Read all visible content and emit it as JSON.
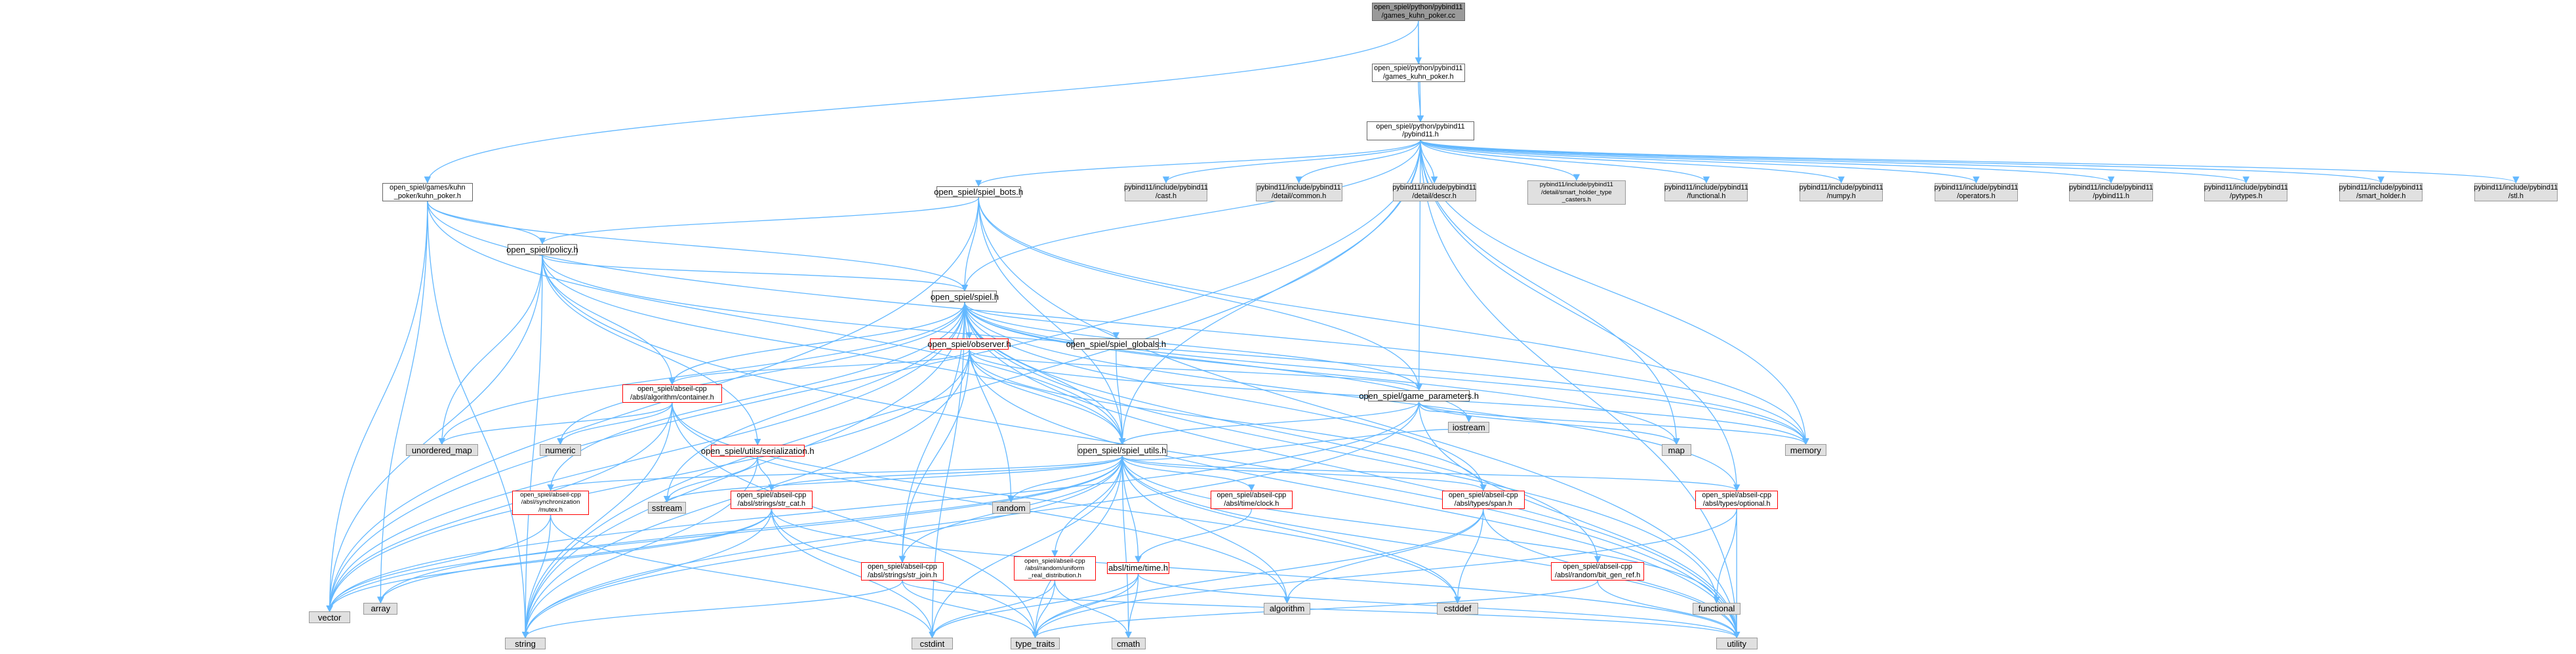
{
  "colors": {
    "edge": "#63b8ff",
    "edge_red": "#ff4040",
    "node_border": "#666666",
    "truncated_border": "#ff0000",
    "system_header_fill": "#e0e0e0",
    "root_fill": "#9a9a9a"
  },
  "nodes": [
    {
      "id": "root",
      "label": "open_spiel/python/pybind11\n/games_kuhn_poker.cc",
      "kind": "root"
    },
    {
      "id": "gkp_h",
      "label": "open_spiel/python/pybind11\n/games_kuhn_poker.h",
      "kind": "file"
    },
    {
      "id": "pyb11_h",
      "label": "open_spiel/python/pybind11\n/pybind11.h",
      "kind": "file"
    },
    {
      "id": "kuhn",
      "label": "open_spiel/games/kuhn\n_poker/kuhn_poker.h",
      "kind": "file"
    },
    {
      "id": "bots",
      "label": "open_spiel/spiel_bots.h",
      "kind": "file"
    },
    {
      "id": "p_cast",
      "label": "pybind11/include/pybind11\n/cast.h",
      "kind": "lib"
    },
    {
      "id": "p_common",
      "label": "pybind11/include/pybind11\n/detail/common.h",
      "kind": "lib"
    },
    {
      "id": "p_descr",
      "label": "pybind11/include/pybind11\n/detail/descr.h",
      "kind": "lib"
    },
    {
      "id": "p_smart",
      "label": "pybind11/include/pybind11\n/detail/smart_holder_type\n_casters.h",
      "kind": "lib"
    },
    {
      "id": "p_func",
      "label": "pybind11/include/pybind11\n/functional.h",
      "kind": "lib"
    },
    {
      "id": "p_numpy",
      "label": "pybind11/include/pybind11\n/numpy.h",
      "kind": "lib"
    },
    {
      "id": "p_ops",
      "label": "pybind11/include/pybind11\n/operators.h",
      "kind": "lib"
    },
    {
      "id": "p_pyb",
      "label": "pybind11/include/pybind11\n/pybind11.h",
      "kind": "lib"
    },
    {
      "id": "p_pytypes",
      "label": "pybind11/include/pybind11\n/pytypes.h",
      "kind": "lib"
    },
    {
      "id": "p_holder",
      "label": "pybind11/include/pybind11\n/smart_holder.h",
      "kind": "lib"
    },
    {
      "id": "p_stl",
      "label": "pybind11/include/pybind11\n/stl.h",
      "kind": "lib"
    },
    {
      "id": "policy",
      "label": "open_spiel/policy.h",
      "kind": "file"
    },
    {
      "id": "spiel",
      "label": "open_spiel/spiel.h",
      "kind": "file"
    },
    {
      "id": "observer",
      "label": "open_spiel/observer.h",
      "kind": "red"
    },
    {
      "id": "globals",
      "label": "open_spiel/spiel_globals.h",
      "kind": "file"
    },
    {
      "id": "container",
      "label": "open_spiel/abseil-cpp\n/absl/algorithm/container.h",
      "kind": "red"
    },
    {
      "id": "gparams",
      "label": "open_spiel/game_parameters.h",
      "kind": "file"
    },
    {
      "id": "serial",
      "label": "open_spiel/utils/serialization.h",
      "kind": "red"
    },
    {
      "id": "utils",
      "label": "open_spiel/spiel_utils.h",
      "kind": "file"
    },
    {
      "id": "mutex",
      "label": "open_spiel/abseil-cpp\n/absl/synchronization\n/mutex.h",
      "kind": "red"
    },
    {
      "id": "strcat",
      "label": "open_spiel/abseil-cpp\n/absl/strings/str_cat.h",
      "kind": "red"
    },
    {
      "id": "strjoin",
      "label": "open_spiel/abseil-cpp\n/absl/strings/str_join.h",
      "kind": "red"
    },
    {
      "id": "uniform",
      "label": "open_spiel/abseil-cpp\n/absl/random/uniform\n_real_distribution.h",
      "kind": "red"
    },
    {
      "id": "clock",
      "label": "open_spiel/abseil-cpp\n/absl/time/clock.h",
      "kind": "red"
    },
    {
      "id": "time",
      "label": "absl/time/time.h",
      "kind": "red"
    },
    {
      "id": "span",
      "label": "open_spiel/abseil-cpp\n/absl/types/span.h",
      "kind": "red"
    },
    {
      "id": "bitgen",
      "label": "open_spiel/abseil-cpp\n/absl/random/bit_gen_ref.h",
      "kind": "red"
    },
    {
      "id": "optional",
      "label": "open_spiel/abseil-cpp\n/absl/types/optional.h",
      "kind": "red"
    },
    {
      "id": "unordered_map",
      "label": "unordered_map",
      "kind": "lib"
    },
    {
      "id": "numeric",
      "label": "numeric",
      "kind": "lib"
    },
    {
      "id": "iostream",
      "label": "iostream",
      "kind": "lib"
    },
    {
      "id": "map",
      "label": "map",
      "kind": "lib"
    },
    {
      "id": "memory",
      "label": "memory",
      "kind": "lib"
    },
    {
      "id": "sstream",
      "label": "sstream",
      "kind": "lib"
    },
    {
      "id": "random",
      "label": "random",
      "kind": "lib"
    },
    {
      "id": "vector",
      "label": "vector",
      "kind": "lib"
    },
    {
      "id": "array",
      "label": "array",
      "kind": "lib"
    },
    {
      "id": "algorithm",
      "label": "algorithm",
      "kind": "lib"
    },
    {
      "id": "cstddef",
      "label": "cstddef",
      "kind": "lib"
    },
    {
      "id": "functional",
      "label": "functional",
      "kind": "lib"
    },
    {
      "id": "string",
      "label": "string",
      "kind": "lib"
    },
    {
      "id": "cstdint",
      "label": "cstdint",
      "kind": "lib"
    },
    {
      "id": "type_traits",
      "label": "type_traits",
      "kind": "lib"
    },
    {
      "id": "cmath",
      "label": "cmath",
      "kind": "lib"
    },
    {
      "id": "utility",
      "label": "utility",
      "kind": "lib"
    }
  ],
  "edges": [
    [
      "root",
      "gkp_h"
    ],
    [
      "root",
      "pyb11_h"
    ],
    [
      "root",
      "kuhn"
    ],
    [
      "gkp_h",
      "pyb11_h"
    ],
    [
      "pyb11_h",
      "bots"
    ],
    [
      "pyb11_h",
      "p_cast"
    ],
    [
      "pyb11_h",
      "p_common"
    ],
    [
      "pyb11_h",
      "p_descr"
    ],
    [
      "pyb11_h",
      "p_smart"
    ],
    [
      "pyb11_h",
      "p_func"
    ],
    [
      "pyb11_h",
      "p_numpy"
    ],
    [
      "pyb11_h",
      "p_ops"
    ],
    [
      "pyb11_h",
      "p_pyb"
    ],
    [
      "pyb11_h",
      "p_pytypes"
    ],
    [
      "pyb11_h",
      "p_holder"
    ],
    [
      "pyb11_h",
      "p_stl"
    ],
    [
      "pyb11_h",
      "spiel"
    ],
    [
      "pyb11_h",
      "gparams"
    ],
    [
      "pyb11_h",
      "utils"
    ],
    [
      "pyb11_h",
      "optional"
    ],
    [
      "pyb11_h",
      "map"
    ],
    [
      "pyb11_h",
      "memory"
    ],
    [
      "pyb11_h",
      "vector"
    ],
    [
      "pyb11_h",
      "string"
    ],
    [
      "pyb11_h",
      "utility"
    ],
    [
      "kuhn",
      "policy"
    ],
    [
      "kuhn",
      "spiel"
    ],
    [
      "kuhn",
      "utils"
    ],
    [
      "kuhn",
      "array"
    ],
    [
      "kuhn",
      "memory"
    ],
    [
      "kuhn",
      "string"
    ],
    [
      "kuhn",
      "vector"
    ],
    [
      "bots",
      "policy"
    ],
    [
      "bots",
      "spiel"
    ],
    [
      "bots",
      "utils"
    ],
    [
      "bots",
      "memory"
    ],
    [
      "bots",
      "vector"
    ],
    [
      "bots",
      "utility"
    ],
    [
      "bots",
      "gparams"
    ],
    [
      "policy",
      "spiel"
    ],
    [
      "policy",
      "container"
    ],
    [
      "policy",
      "serial"
    ],
    [
      "policy",
      "utils"
    ],
    [
      "policy",
      "memory"
    ],
    [
      "policy",
      "string"
    ],
    [
      "policy",
      "unordered_map"
    ],
    [
      "policy",
      "utility"
    ],
    [
      "policy",
      "vector"
    ],
    [
      "spiel",
      "observer"
    ],
    [
      "spiel",
      "globals"
    ],
    [
      "spiel",
      "gparams"
    ],
    [
      "spiel",
      "utils"
    ],
    [
      "spiel",
      "container"
    ],
    [
      "spiel",
      "strjoin"
    ],
    [
      "spiel",
      "span"
    ],
    [
      "spiel",
      "optional"
    ],
    [
      "spiel",
      "bitgen"
    ],
    [
      "spiel",
      "mutex"
    ],
    [
      "spiel",
      "unordered_map"
    ],
    [
      "spiel",
      "numeric"
    ],
    [
      "spiel",
      "iostream"
    ],
    [
      "spiel",
      "map"
    ],
    [
      "spiel",
      "memory"
    ],
    [
      "spiel",
      "random"
    ],
    [
      "spiel",
      "string"
    ],
    [
      "spiel",
      "vector"
    ],
    [
      "spiel",
      "functional"
    ],
    [
      "spiel",
      "utility"
    ],
    [
      "spiel",
      "cstdint"
    ],
    [
      "spiel",
      "sstream"
    ],
    [
      "observer",
      "gparams"
    ],
    [
      "observer",
      "utils"
    ],
    [
      "observer",
      "strjoin"
    ],
    [
      "observer",
      "span"
    ],
    [
      "observer",
      "container"
    ],
    [
      "observer",
      "memory"
    ],
    [
      "observer",
      "string"
    ],
    [
      "observer",
      "vector"
    ],
    [
      "observer",
      "utility"
    ],
    [
      "globals",
      "utils"
    ],
    [
      "container",
      "algorithm"
    ],
    [
      "container",
      "numeric"
    ],
    [
      "container",
      "unordered_map"
    ],
    [
      "container",
      "vector"
    ],
    [
      "container",
      "type_traits"
    ],
    [
      "container",
      "cstddef"
    ],
    [
      "container",
      "string"
    ],
    [
      "gparams",
      "utils"
    ],
    [
      "gparams",
      "iostream"
    ],
    [
      "gparams",
      "map"
    ],
    [
      "gparams",
      "memory"
    ],
    [
      "gparams",
      "string"
    ],
    [
      "gparams",
      "vector"
    ],
    [
      "gparams",
      "utility"
    ],
    [
      "serial",
      "strcat"
    ],
    [
      "serial",
      "sstream"
    ],
    [
      "serial",
      "string"
    ],
    [
      "utils",
      "mutex"
    ],
    [
      "utils",
      "strcat"
    ],
    [
      "utils",
      "strjoin"
    ],
    [
      "utils",
      "uniform"
    ],
    [
      "utils",
      "clock"
    ],
    [
      "utils",
      "time"
    ],
    [
      "utils",
      "span"
    ],
    [
      "utils",
      "optional"
    ],
    [
      "utils",
      "random"
    ],
    [
      "utils",
      "sstream"
    ],
    [
      "utils",
      "vector"
    ],
    [
      "utils",
      "array"
    ],
    [
      "utils",
      "algorithm"
    ],
    [
      "utils",
      "cstddef"
    ],
    [
      "utils",
      "functional"
    ],
    [
      "utils",
      "string"
    ],
    [
      "utils",
      "cstdint"
    ],
    [
      "utils",
      "type_traits"
    ],
    [
      "utils",
      "cmath"
    ],
    [
      "utils",
      "utility"
    ],
    [
      "utils",
      "iostream"
    ],
    [
      "mutex",
      "string"
    ],
    [
      "mutex",
      "cstdint"
    ],
    [
      "mutex",
      "vector"
    ],
    [
      "strcat",
      "array"
    ],
    [
      "strcat",
      "string"
    ],
    [
      "strcat",
      "vector"
    ],
    [
      "strcat",
      "cstdint"
    ],
    [
      "strcat",
      "type_traits"
    ],
    [
      "strcat",
      "utility"
    ],
    [
      "strjoin",
      "string"
    ],
    [
      "strjoin",
      "type_traits"
    ],
    [
      "strjoin",
      "utility"
    ],
    [
      "uniform",
      "type_traits"
    ],
    [
      "uniform",
      "cstdint"
    ],
    [
      "uniform",
      "cmath"
    ],
    [
      "clock",
      "time"
    ],
    [
      "time",
      "cstdint"
    ],
    [
      "time",
      "type_traits"
    ],
    [
      "time",
      "cmath"
    ],
    [
      "time",
      "utility"
    ],
    [
      "span",
      "algorithm"
    ],
    [
      "span",
      "cstddef"
    ],
    [
      "span",
      "type_traits"
    ],
    [
      "span",
      "utility"
    ],
    [
      "bitgen",
      "type_traits"
    ],
    [
      "bitgen",
      "utility"
    ],
    [
      "optional",
      "functional"
    ],
    [
      "optional",
      "type_traits"
    ],
    [
      "optional",
      "utility"
    ]
  ]
}
